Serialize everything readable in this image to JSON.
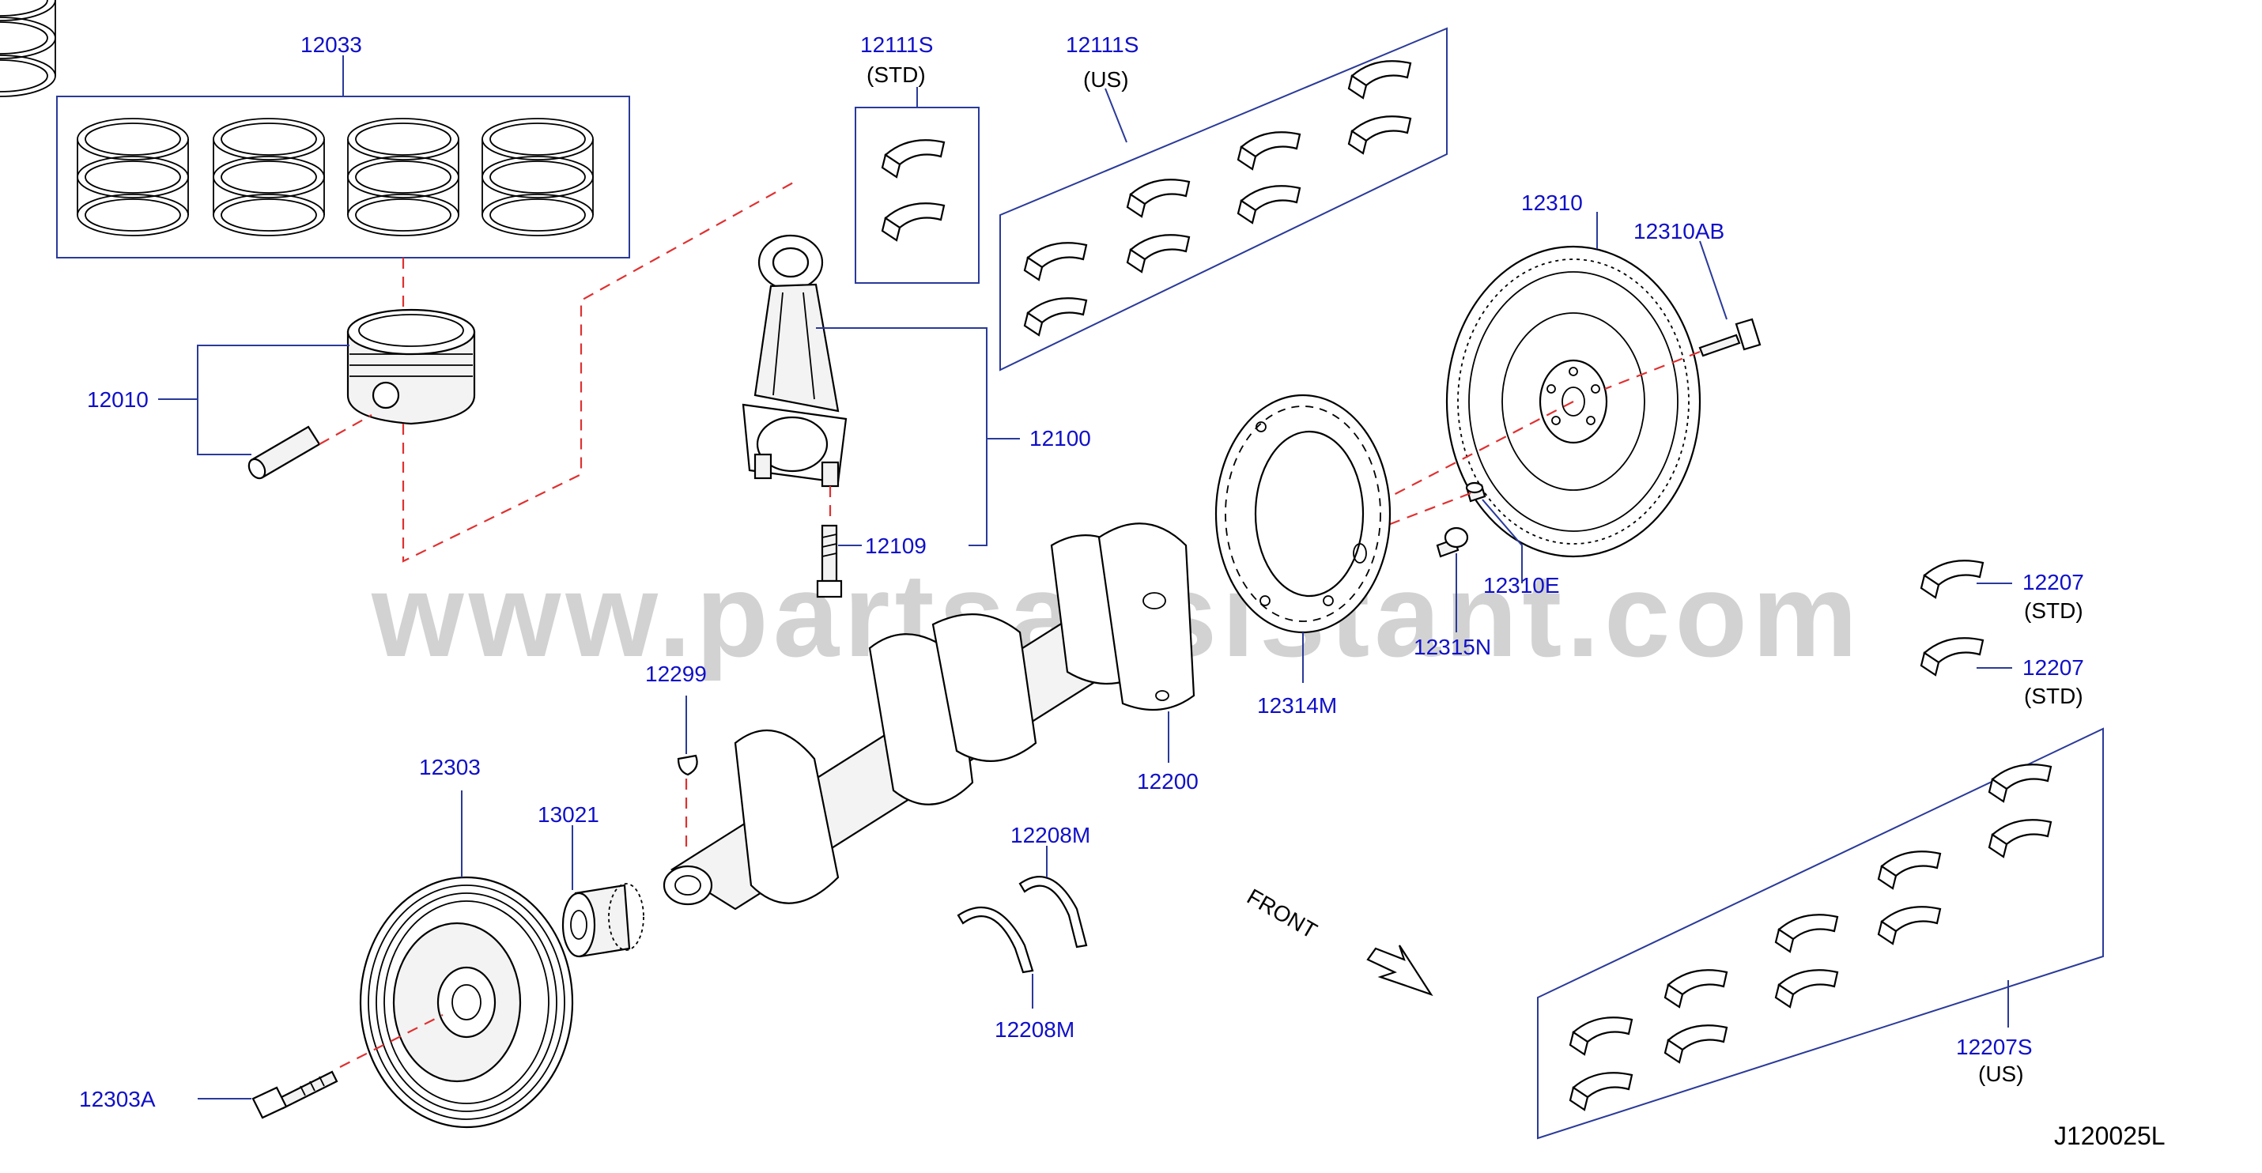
{
  "watermark": "www.partsassistant.com",
  "drawing_id": "J120025L",
  "front_label": "FRONT",
  "callouts": {
    "rings": "12033",
    "piston": "12010",
    "bearing_std_upper": "12111S",
    "bearing_std_upper_note": "(STD)",
    "bearing_us_upper": "12111S",
    "bearing_us_upper_note": "(US)",
    "conrod": "12100",
    "conrod_bolt": "12109",
    "flywheel": "12310",
    "flywheel_bolt": "12310AB",
    "dowel": "12310E",
    "signal_plate_bolt": "12315N",
    "signal_plate": "12314M",
    "crankshaft": "12200",
    "key": "12299",
    "pulley": "12303",
    "pulley_bolt": "12303A",
    "sprocket": "13021",
    "thrust_upper": "12208M",
    "thrust_lower": "12208M",
    "main_bearing_1": "12207",
    "main_bearing_1_note": "(STD)",
    "main_bearing_2": "12207",
    "main_bearing_2_note": "(STD)",
    "main_bearing_us": "12207S",
    "main_bearing_us_note": "(US)"
  },
  "icons": [
    "piston-ring-icon",
    "piston-icon",
    "piston-pin-icon",
    "bearing-shell-icon",
    "connecting-rod-icon",
    "bolt-icon",
    "flywheel-icon",
    "signal-plate-icon",
    "crankshaft-icon",
    "woodruff-key-icon",
    "pulley-icon",
    "sprocket-icon",
    "thrust-washer-icon",
    "dowel-pin-icon",
    "front-arrow-icon"
  ],
  "colors": {
    "callout_text": "#1010c8",
    "leader_lines": "#2a3a9a",
    "alignment_dashes": "#e03030",
    "watermark": "#d2d2d2"
  }
}
